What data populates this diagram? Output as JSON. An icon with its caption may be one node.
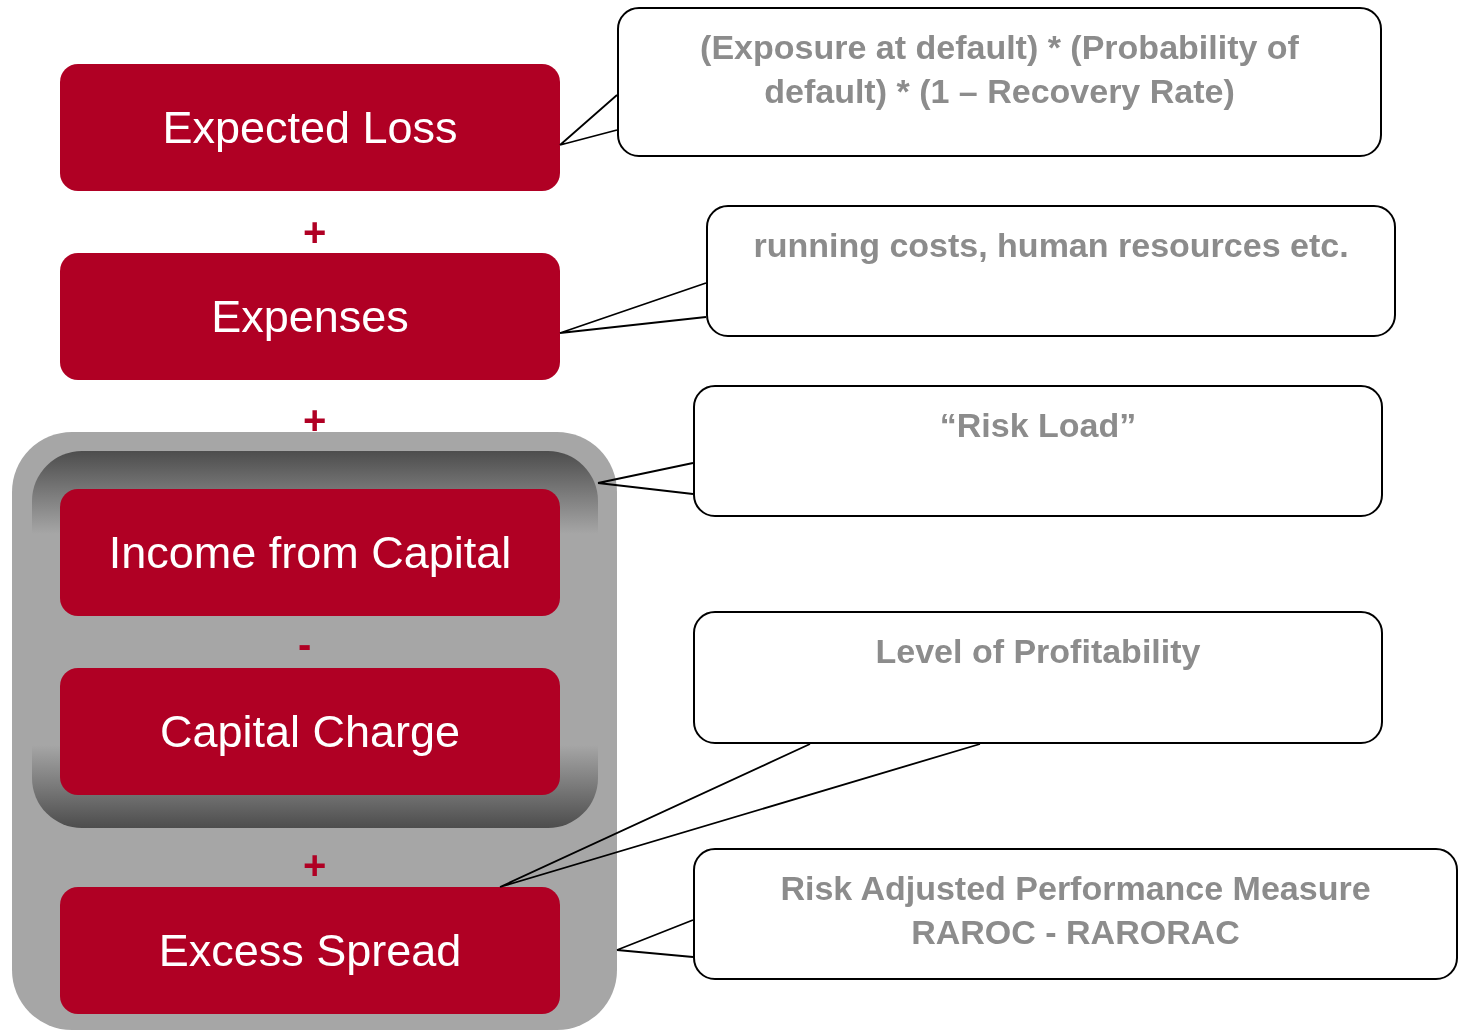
{
  "diagram": {
    "nodes": [
      {
        "text": [
          "Expected Loss"
        ]
      },
      {
        "text": [
          "Expenses"
        ]
      },
      {
        "text": [],
        "shape": "box"
      },
      {
        "text": [],
        "shape": "box",
        "in": 2
      },
      {
        "text": [
          "Income from Capital"
        ],
        "in": 3
      },
      {
        "text": [
          "Capital Charge"
        ],
        "in": 3
      },
      {
        "text": [
          "Excess Spread"
        ],
        "in": 2
      },
      {
        "text": [
          "(Exposure at default) * (Probability of default) * (1 – Recovery Rate)"
        ]
      },
      {
        "text": [
          "running costs, human resources etc."
        ]
      },
      {
        "text": [
          "“Risk Load”"
        ]
      },
      {
        "text": [
          "Level of Profitability"
        ]
      },
      {
        "text": [
          "Risk Adjusted Performance Measure RAROC - RARORAC"
        ]
      }
    ],
    "edges": [
      {
        "from": 7,
        "to": 0,
        "arrow": "none"
      },
      {
        "from": 8,
        "to": 1,
        "arrow": "none"
      },
      {
        "from": 9,
        "to": 3,
        "arrow": "none"
      },
      {
        "from": 10,
        "to": 6,
        "arrow": "none"
      },
      {
        "from": 11,
        "to": 2,
        "arrow": "none"
      }
    ],
    "labels": [
      "+",
      "+",
      "-",
      "+"
    ]
  }
}
